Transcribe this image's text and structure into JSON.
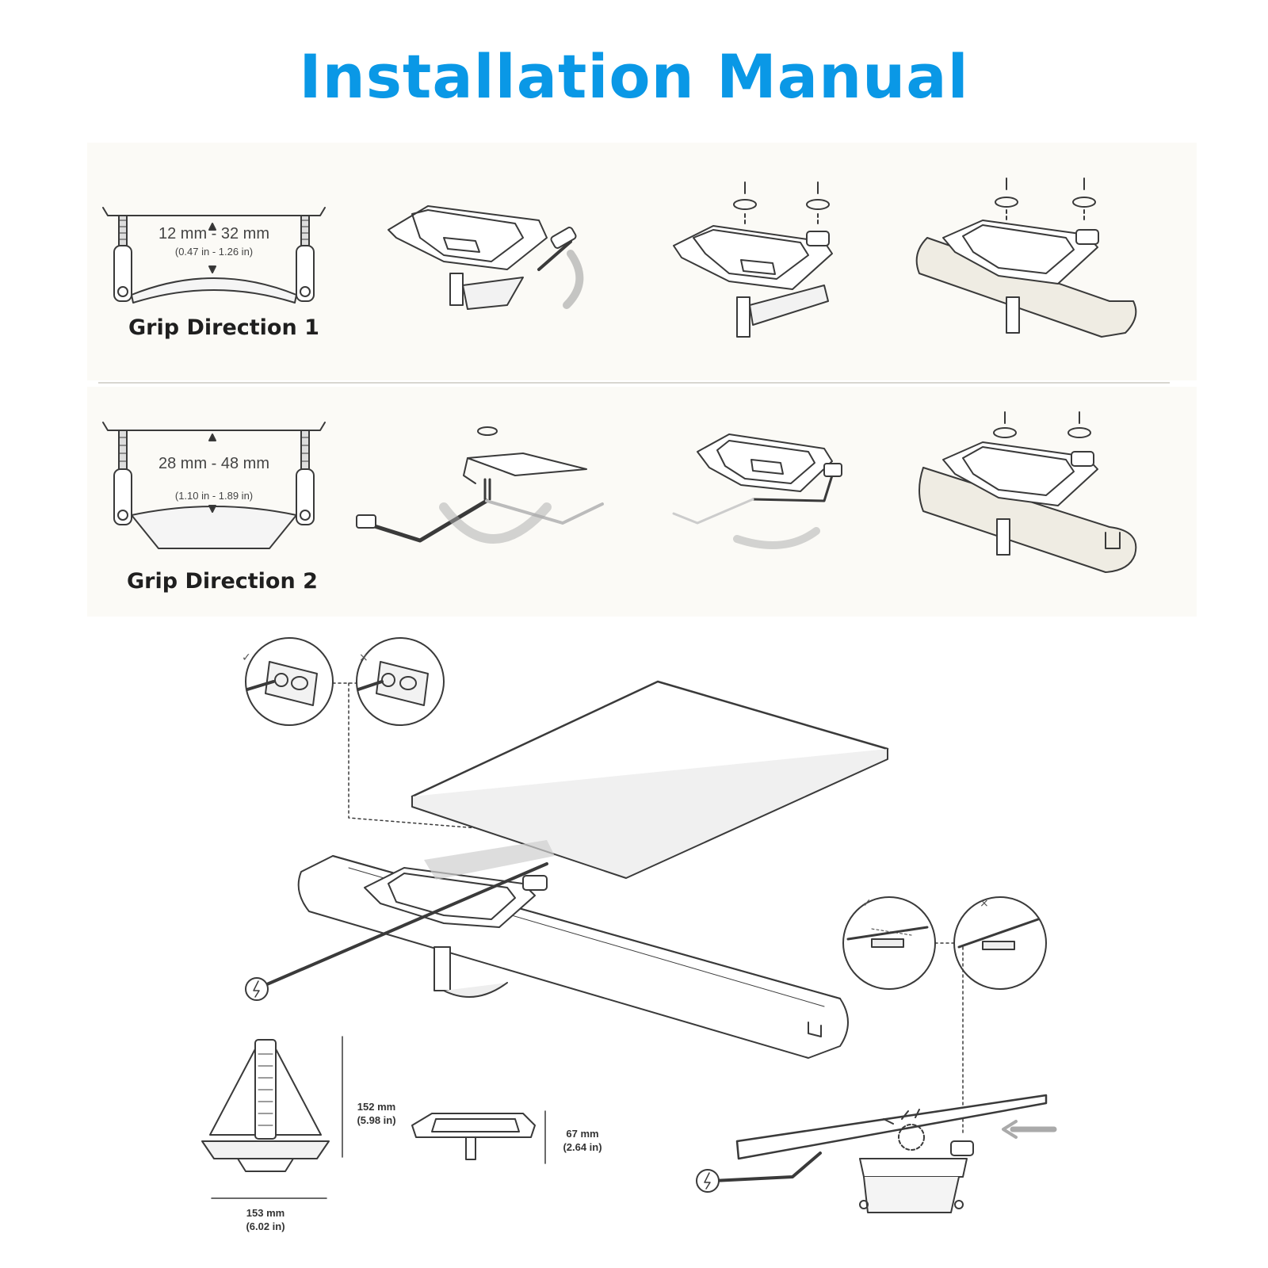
{
  "title": "Installation Manual",
  "colors": {
    "title": "#0a98e6",
    "line": "#3a3a3a",
    "band": "#fbfaf6"
  },
  "grip1": {
    "label": "Grip Direction 1",
    "range_mm": "12 mm - 32 mm",
    "range_in": "(0.47 in - 1.26 in)"
  },
  "grip2": {
    "label": "Grip Direction 2",
    "range_mm": "28 mm - 48 mm",
    "range_in": "(1.10 in - 1.89 in)"
  },
  "dimensions": {
    "height_mm": "152 mm",
    "height_in": "(5.98 in)",
    "width_mm": "153 mm",
    "width_in": "(6.02 in)",
    "depth_mm": "67 mm",
    "depth_in": "(2.64 in)"
  },
  "marks": {
    "correct": "✓",
    "incorrect": "×"
  },
  "icons": [
    "lightning-icon",
    "lock-icon",
    "unlock-icon",
    "rotate-arrow-icon",
    "push-arrow-icon"
  ]
}
